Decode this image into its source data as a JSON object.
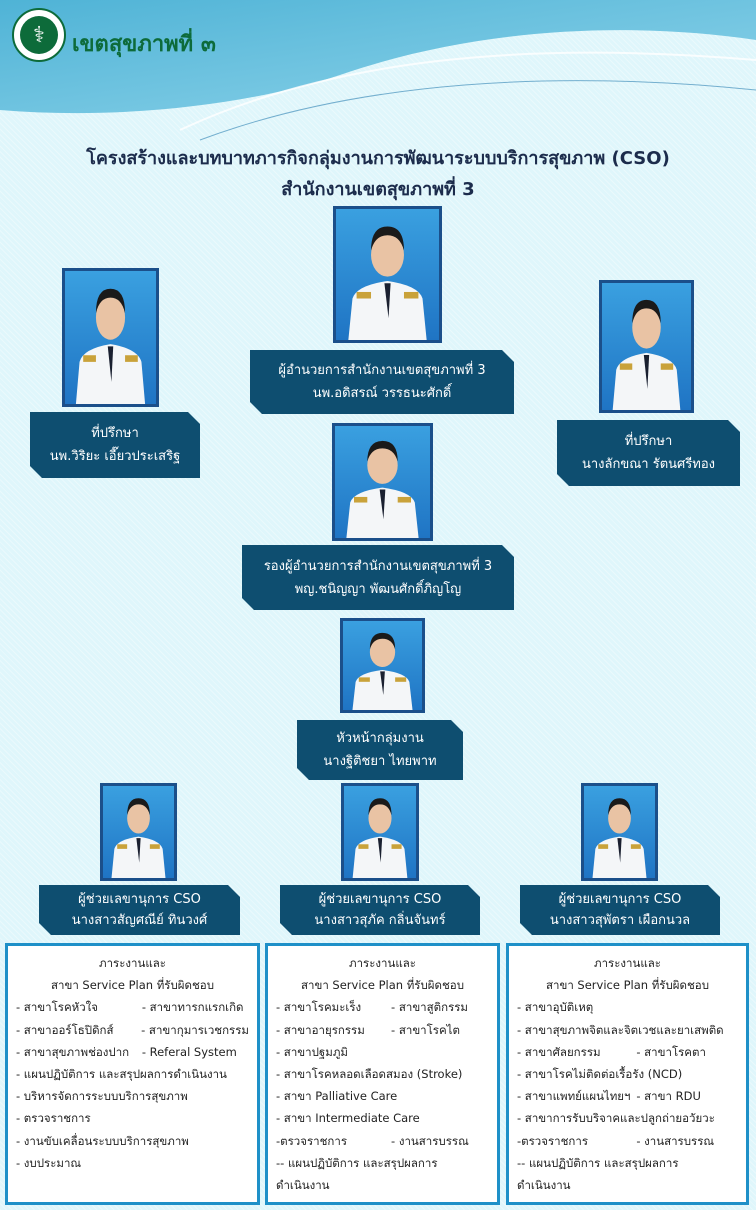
{
  "header": {
    "brand": "เขตสุขภาพที่ ๓",
    "title_line1": "โครงสร้างและบทบาทภารกิจกลุ่มงานการพัฒนาระบบบริการสุขภาพ (CSO)",
    "title_line2": "สำนักงานเขตสุขภาพที่ 3"
  },
  "director": {
    "role": "ผู้อำนวยการสำนักงานเขตสุขภาพที่ 3",
    "name": "นพ.อดิสรณ์  วรรธนะศักดิ์"
  },
  "advisor_left": {
    "role": "ที่ปรึกษา",
    "name": "นพ.วิริยะ  เอี๊ยวประเสริฐ"
  },
  "advisor_right": {
    "role": "ที่ปรึกษา",
    "name": "นางลักขณา  รัตนศรีทอง"
  },
  "deputy": {
    "role": "รองผู้อำนวยการสำนักงานเขตสุขภาพที่ 3",
    "name": "พญ.ชนิญญา พัฒนศักดิ์ภิญโญ"
  },
  "head": {
    "role": "หัวหน้ากลุ่มงาน",
    "name": "นางฐิติชยา  ไทยพาท"
  },
  "assistants": [
    {
      "role": "ผู้ช่วยเลขานุการ CSO",
      "name": "นางสาวสัญศณีย์  ทินวงศ์"
    },
    {
      "role": "ผู้ช่วยเลขานุการ CSO",
      "name": "นางสาวสุภัค  กลิ่นจันทร์"
    },
    {
      "role": "ผู้ช่วยเลขานุการ CSO",
      "name": "นางสาวสุพัตรา   เผือกนวล"
    }
  ],
  "duties": [
    {
      "h1": "ภาระงานและ",
      "h2": "สาขา Service Plan  ที่รับผิดชอบ",
      "rows": [
        [
          "- สาขาโรคหัวใจ",
          "- สาขาทารกแรกเกิด"
        ],
        [
          "- สาขาออร์โธปิดิกส์",
          "- สาขากุมารเวชกรรม"
        ],
        [
          "- สาขาสุขภาพช่องปาก",
          "- Referal System"
        ],
        [
          "- แผนปฏิบัติการ  และสรุปผลการดำเนินงาน"
        ],
        [
          "- บริหารจัดการระบบบริการสุขภาพ"
        ],
        [
          "- ตรวจราชการ"
        ],
        [
          "- งานขับเคลื่อนระบบบริการสุขภาพ"
        ],
        [
          "- งบประมาณ"
        ]
      ]
    },
    {
      "h1": "ภาระงานและ",
      "h2": "สาขา Service Plan  ที่รับผิดชอบ",
      "rows": [
        [
          "- สาขาโรคมะเร็ง",
          "- สาขาสูติกรรม"
        ],
        [
          "- สาขาอายุรกรรม",
          "- สาขาโรคไต"
        ],
        [
          "- สาขาปฐมภูมิ"
        ],
        [
          "- สาขาโรคหลอดเลือดสมอง (Stroke)"
        ],
        [
          "- สาขา Palliative  Care"
        ],
        [
          "- สาขา Intermediate  Care"
        ],
        [
          "-ตรวจราชการ",
          "- งานสารบรรณ"
        ],
        [
          "-- แผนปฏิบัติการ และสรุปผลการ"
        ],
        [
          "ดำเนินงาน"
        ]
      ]
    },
    {
      "h1": "ภาระงานและ",
      "h2": "สาขา Service Plan  ที่รับผิดชอบ",
      "rows": [
        [
          "- สาขาอุบัติเหตุ"
        ],
        [
          "- สาขาสุขภาพจิตและจิตเวชและยาเสพติด"
        ],
        [
          "- สาขาศัลยกรรม",
          "- สาขาโรคตา"
        ],
        [
          "- สาขาโรคไม่ติดต่อเรื้อรัง (NCD)"
        ],
        [
          "- สาขาแพทย์แผนไทยฯ",
          "- สาขา RDU"
        ],
        [
          "- สาขาการรับบริจาคและปลูกถ่ายอวัยวะ"
        ],
        [
          "-ตรวจราชการ",
          "- งานสารบรรณ"
        ],
        [
          "-- แผนปฏิบัติการ และสรุปผลการ"
        ],
        [
          "ดำเนินงาน"
        ]
      ]
    }
  ]
}
